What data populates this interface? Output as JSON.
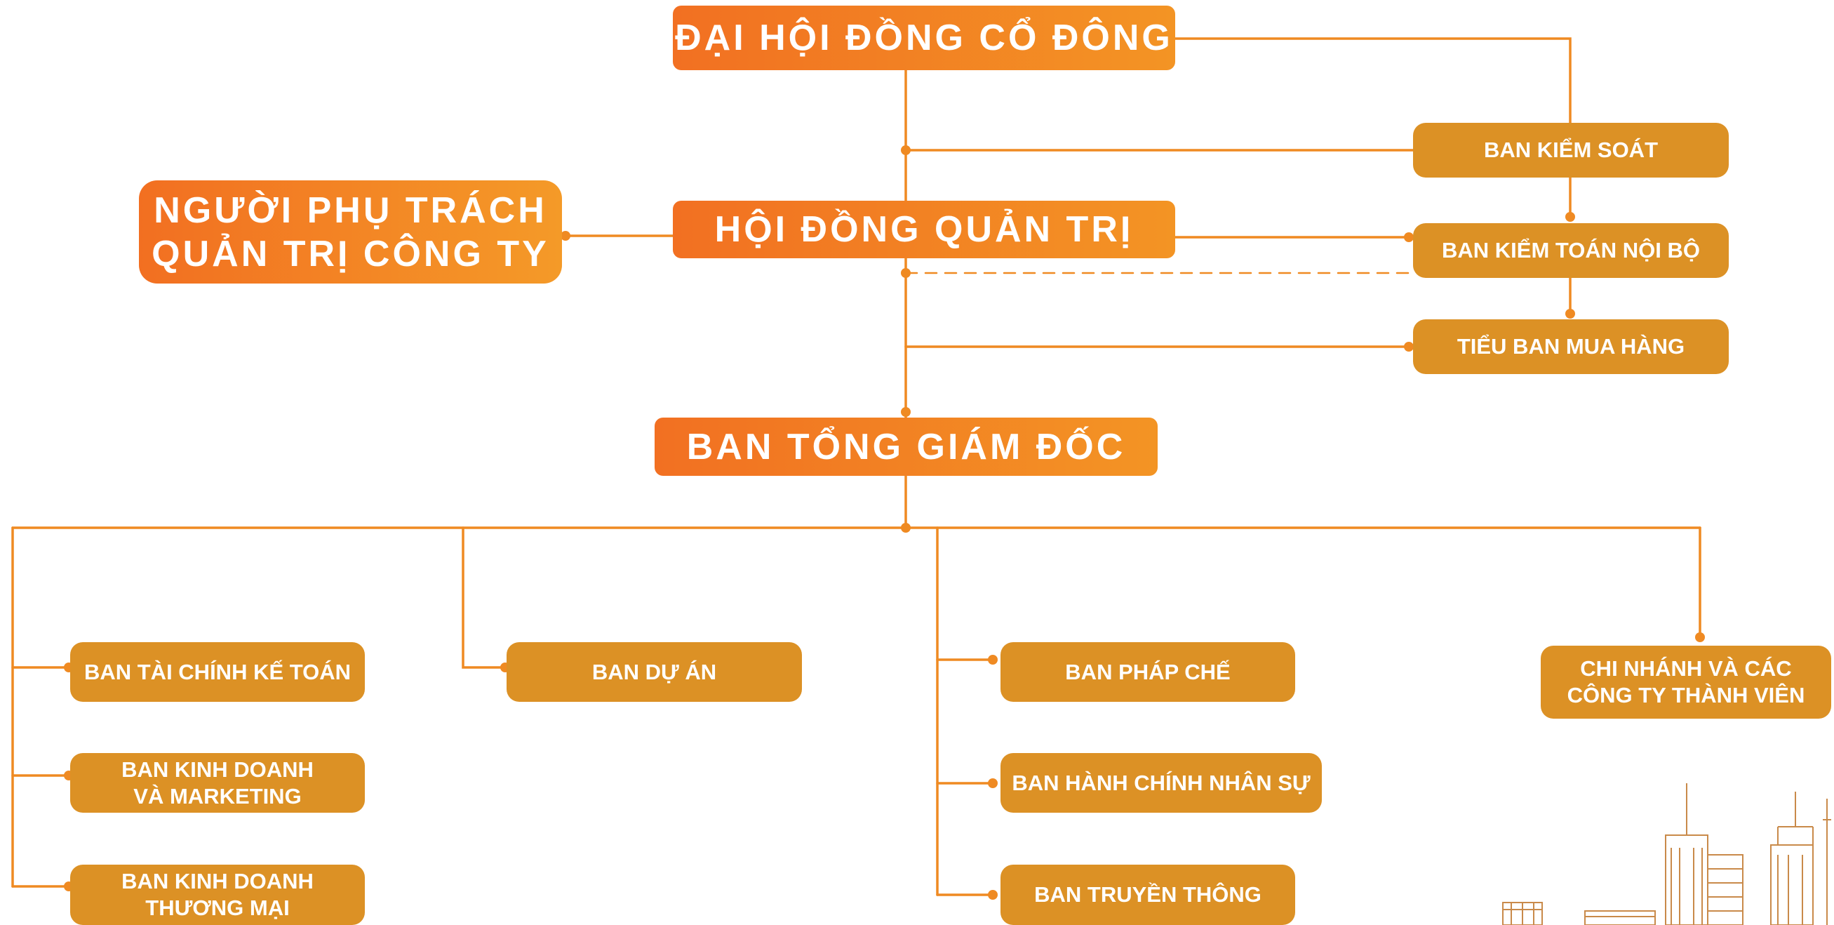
{
  "chart_title": "",
  "colors": {
    "line": "#ef8a22",
    "top_box_start": "#f27022",
    "top_box_end": "#f39424",
    "department_box": "#dc9125",
    "text": "#ffffff"
  },
  "nodes": {
    "dhdcd": "ĐẠI HỘI ĐỒNG CỔ ĐÔNG",
    "hdqt": "HỘI ĐỒNG QUẢN TRỊ",
    "ban_tgd": "BAN TỔNG GIÁM ĐỐC",
    "nguoi_phu_trach": "NGƯỜI PHỤ TRÁCH\nQUẢN TRỊ CÔNG TY",
    "ban_kiem_soat": "BAN KIỂM SOÁT",
    "ban_kiem_toan": "BAN KIỂM TOÁN NỘI BỘ",
    "tieu_ban_mua_hang": "TIỂU BAN MUA HÀNG",
    "ban_tai_chinh": "BAN TÀI CHÍNH KẾ TOÁN",
    "ban_kinh_doanh_marketing": "BAN KINH DOANH\nVÀ MARKETING",
    "ban_kinh_doanh_thuong_mai": "BAN KINH DOANH\nTHƯƠNG MẠI",
    "ban_du_an": "BAN DỰ ÁN",
    "ban_phap_che": "BAN PHÁP CHẾ",
    "ban_hanh_chinh": "BAN HÀNH CHÍNH NHÂN SỰ",
    "ban_truyen_thong": "BAN TRUYỀN THÔNG",
    "chi_nhanh": "CHI NHÁNH VÀ CÁC\nCÔNG TY THÀNH VIÊN"
  },
  "edges": [
    [
      "dhdcd",
      "hdqt"
    ],
    [
      "dhdcd",
      "ban_kiem_soat"
    ],
    [
      "hdqt",
      "nguoi_phu_trach"
    ],
    [
      "hdqt",
      "ban_kiem_toan"
    ],
    [
      "hdqt",
      "tieu_ban_mua_hang"
    ],
    [
      "hdqt",
      "ban_tgd"
    ],
    [
      "ban_tgd",
      "ban_tai_chinh"
    ],
    [
      "ban_tgd",
      "ban_kinh_doanh_marketing"
    ],
    [
      "ban_tgd",
      "ban_kinh_doanh_thuong_mai"
    ],
    [
      "ban_tgd",
      "ban_du_an"
    ],
    [
      "ban_tgd",
      "ban_phap_che"
    ],
    [
      "ban_tgd",
      "ban_hanh_chinh"
    ],
    [
      "ban_tgd",
      "ban_truyen_thong"
    ],
    [
      "ban_tgd",
      "chi_nhanh"
    ]
  ],
  "dashed_edges": [
    [
      "hdqt",
      "ban_kiem_toan"
    ]
  ],
  "decoration": "city-skyline-sketch"
}
